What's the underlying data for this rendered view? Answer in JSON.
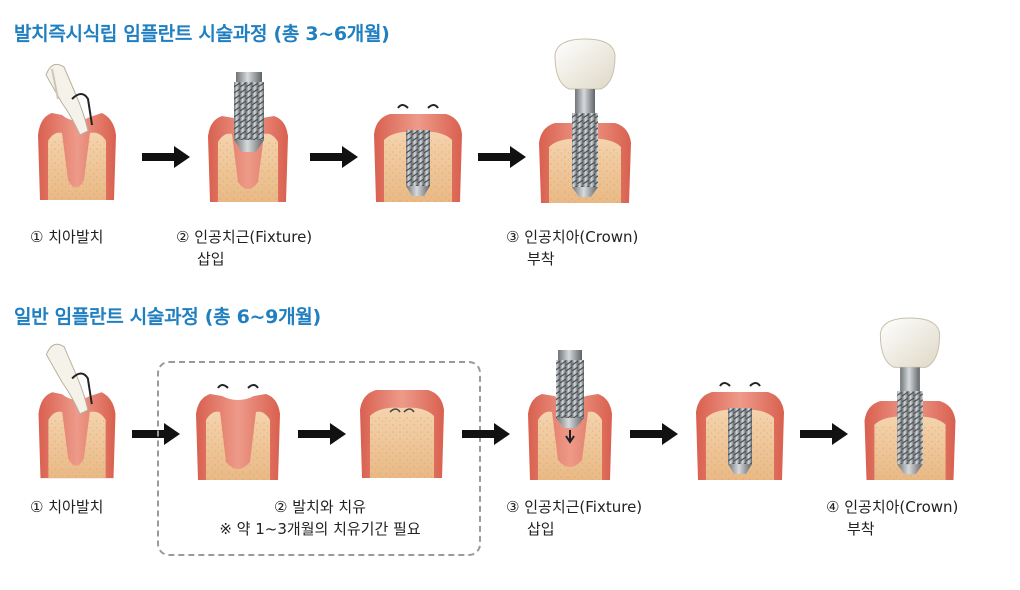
{
  "section1": {
    "title": "발치즉시식립 임플란트 시술과정 (총 3~6개월)",
    "steps": [
      {
        "line1": "① 치아발치",
        "line2": ""
      },
      {
        "line1": "② 인공치근(Fixture)",
        "line2": "삽입"
      },
      {
        "line1": "③ 인공치아(Crown)",
        "line2": "부착"
      }
    ]
  },
  "section2": {
    "title": "일반 임플란트 시술과정 (총 6~9개월)",
    "steps": [
      {
        "line1": "① 치아발치",
        "line2": ""
      },
      {
        "line1": "② 발치와 치유",
        "line2": "※ 약 1~3개월의 치유기간 필요"
      },
      {
        "line1": "③ 인공치근(Fixture)",
        "line2": "삽입"
      },
      {
        "line1": "④ 인공치아(Crown)",
        "line2": "부착"
      }
    ]
  },
  "colors": {
    "heading": "#1f7fc0",
    "gum": "#e07a6a",
    "bone": "#efc79b",
    "arrow": "#111111",
    "dash_border": "#9a9a9a"
  },
  "icons": [
    "tooth-extraction-icon",
    "fixture-insertion-icon",
    "healing-socket-icon",
    "implant-crown-icon",
    "right-arrow-icon"
  ]
}
